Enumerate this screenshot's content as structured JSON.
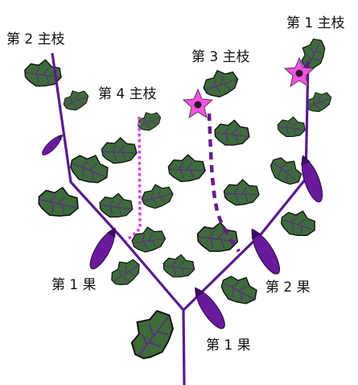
{
  "labels": {
    "main_branch_2": "第 2 主枝",
    "main_branch_1": "第 1 主枝",
    "main_branch_3": "第 3 主枝",
    "main_branch_4": "第 4 主枝",
    "fruit_left": "第 1 果",
    "fruit_right": "第 2 果",
    "fruit_center": "第 1 果"
  },
  "colors": {
    "stem": "#5b1a8e",
    "branch_3_dashed": "#6a1a8e",
    "branch_4_dotted": "#e040e0",
    "leaf": "#3d6b3a",
    "fruit": "#6a1a9a",
    "flower": "#ff4fe6"
  }
}
